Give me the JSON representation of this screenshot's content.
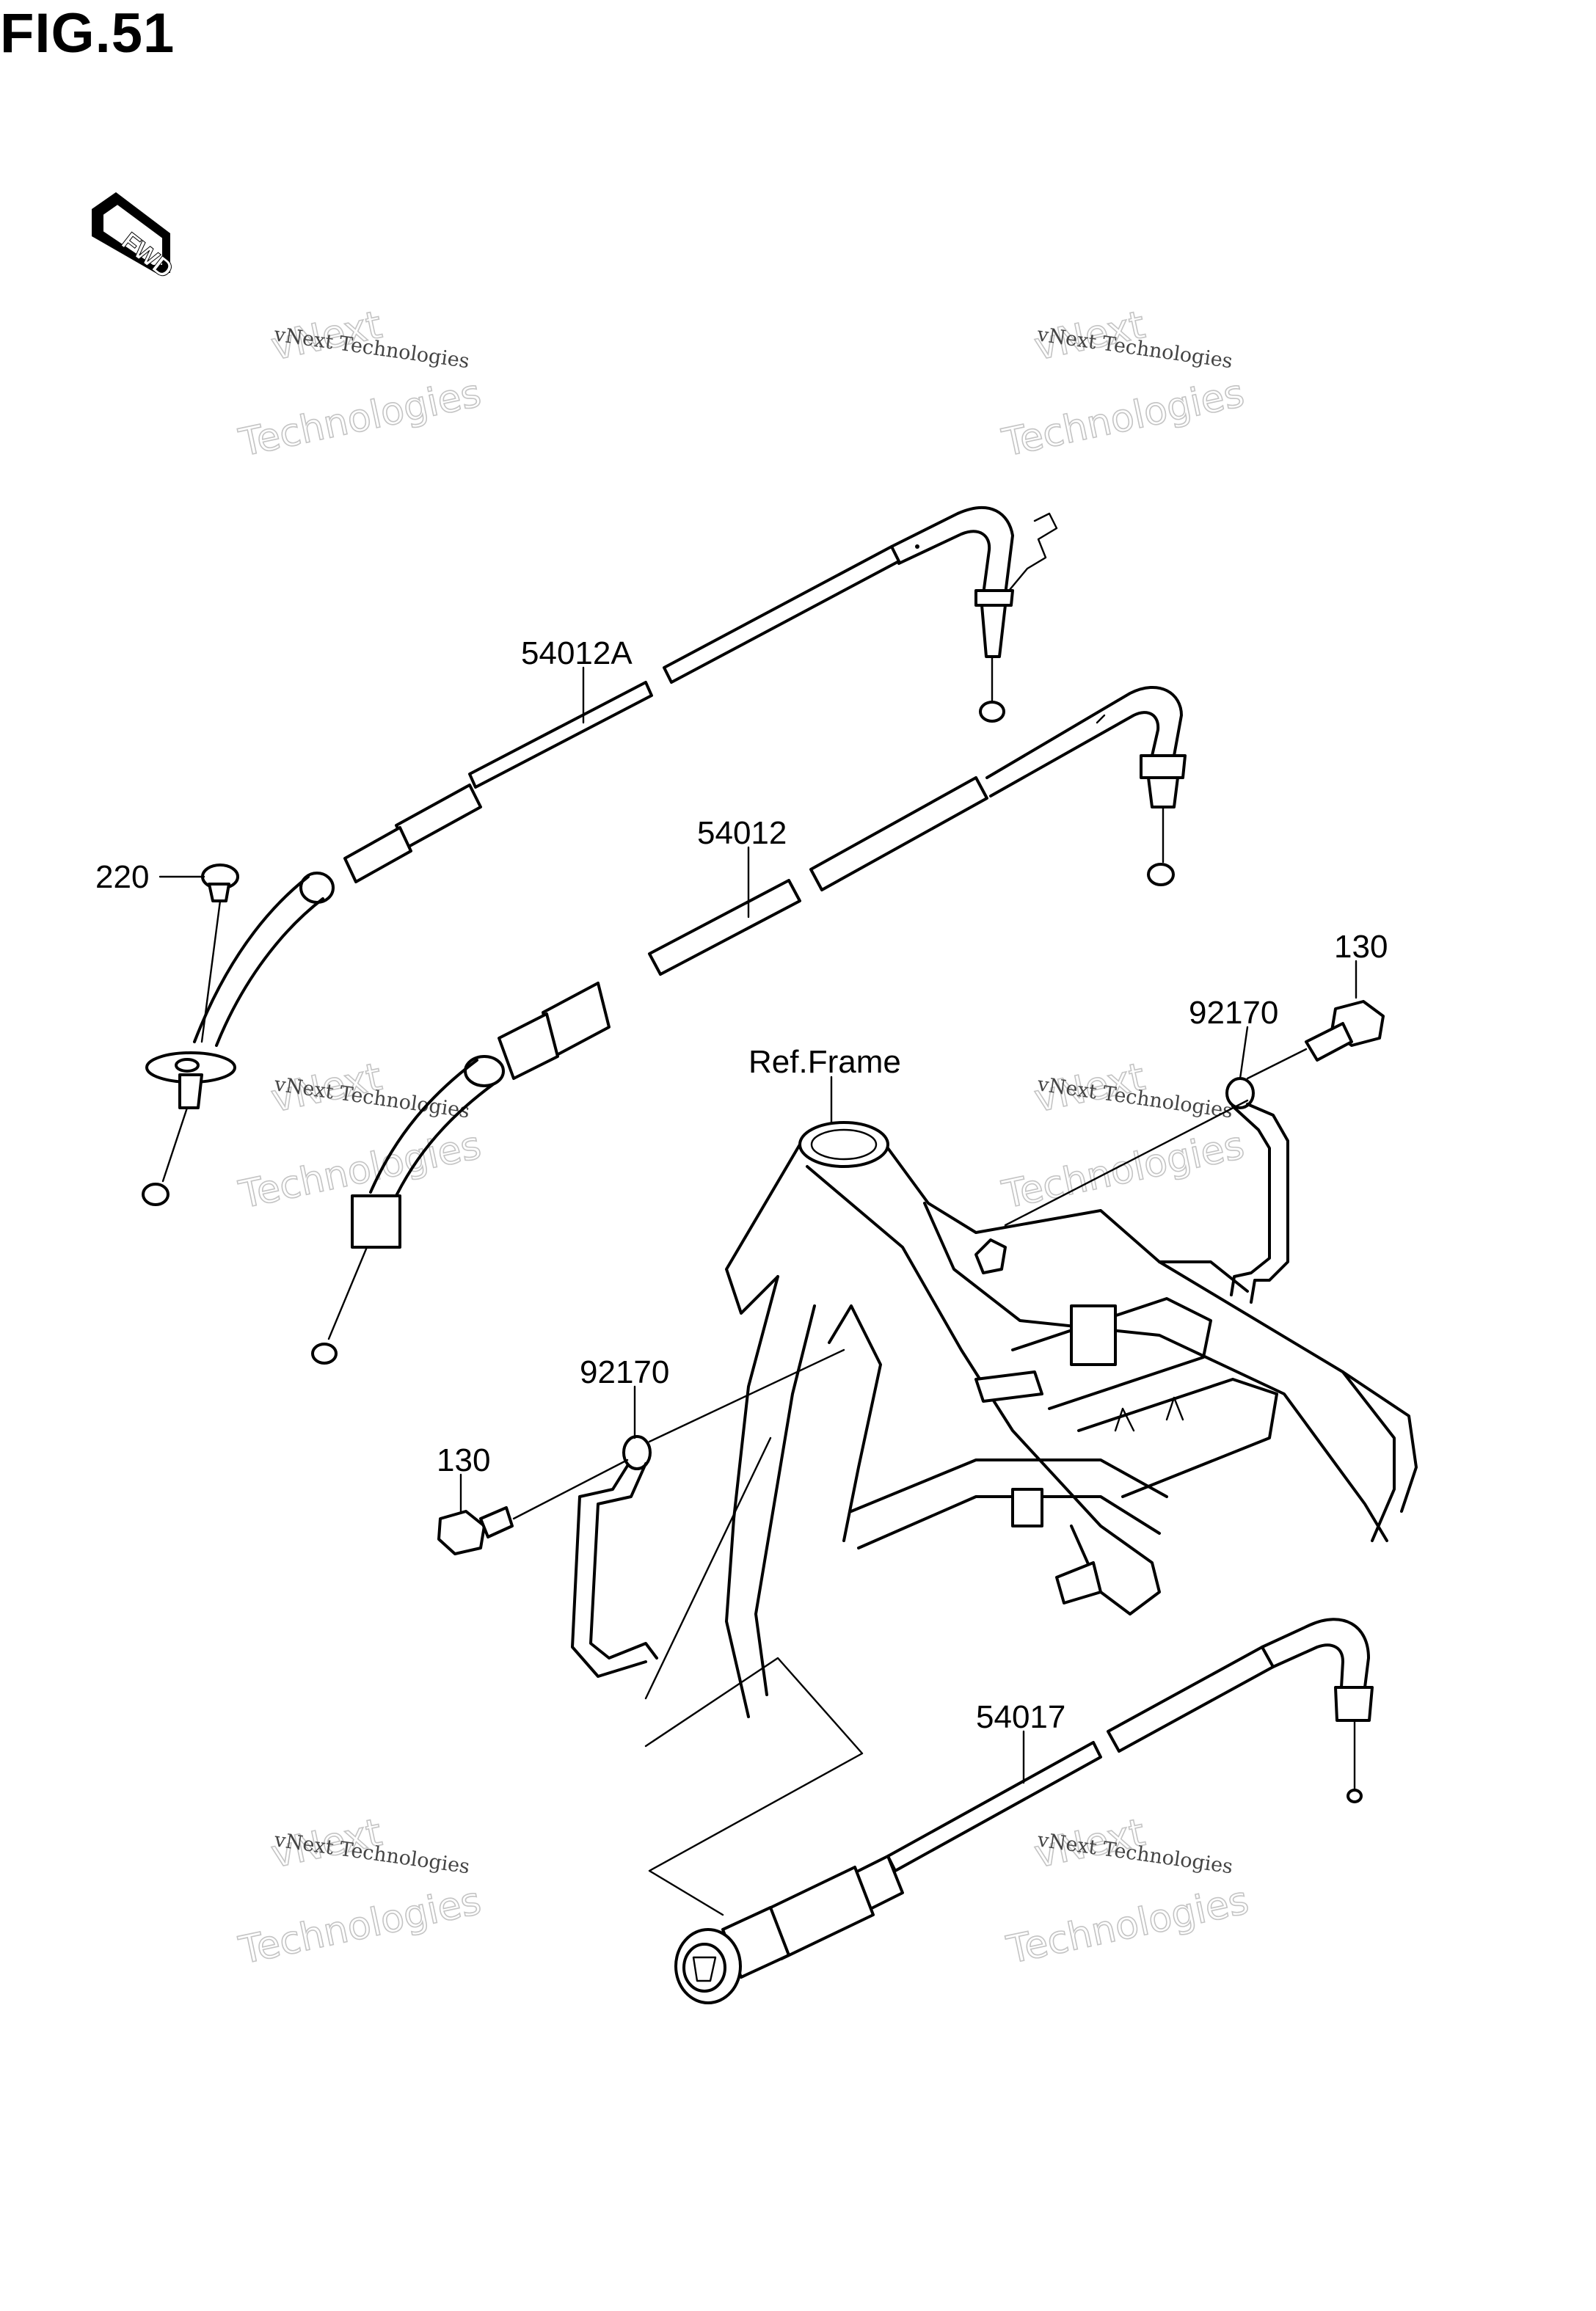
{
  "figure": {
    "title": "FIG.51",
    "fwd_label": "FWD"
  },
  "callouts": {
    "c_220": "220",
    "c_54012A": "54012A",
    "c_54012": "54012",
    "c_130_right": "130",
    "c_92170_right": "92170",
    "c_ref_frame": "Ref.Frame",
    "c_92170_left": "92170",
    "c_130_left": "130",
    "c_54017": "54017"
  },
  "watermark": {
    "line_small": "vNext Technologies",
    "line_big": "Technologies",
    "line_top": "vNext"
  },
  "colors": {
    "ink": "#000000",
    "watermark": "#c4c4c4",
    "background": "#ffffff"
  }
}
